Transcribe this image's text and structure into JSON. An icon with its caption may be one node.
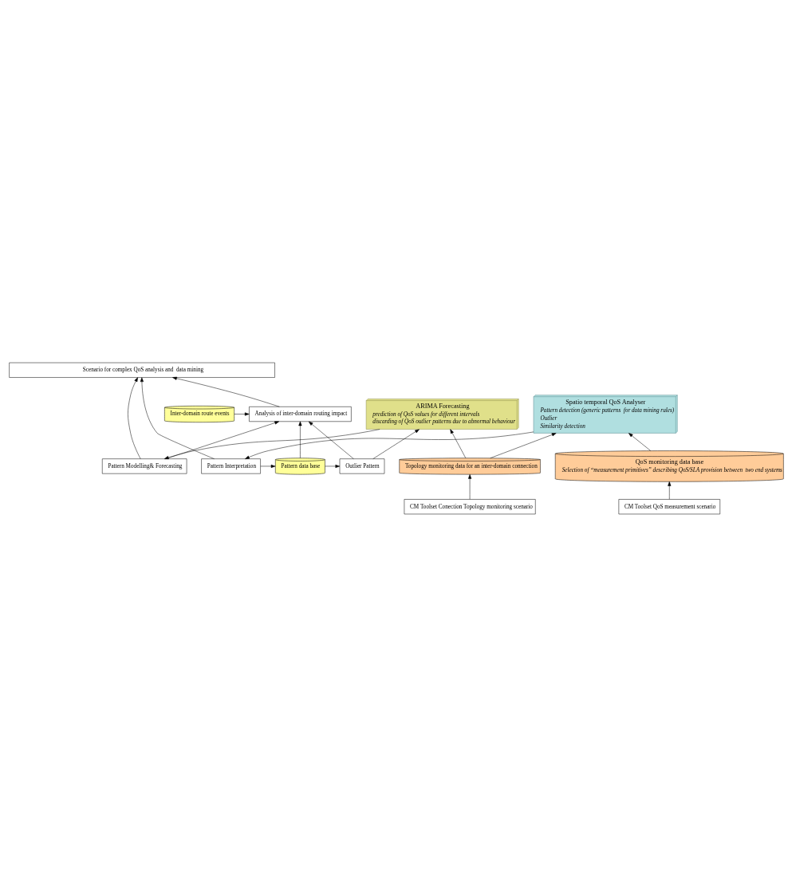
{
  "diagram": {
    "nodes": [
      {
        "text": [
          "Scenario for complex QoS analysis and  data mining"
        ]
      },
      {
        "text": [
          "Analysis of inter-domain routing impact"
        ]
      },
      {
        "text": [
          "Inter-domain route events"
        ]
      },
      {
        "text": [
          "Pattern Interpretation"
        ]
      },
      {
        "text": [
          "Pattern data base"
        ]
      },
      {
        "text": [
          "Outlier Pattern"
        ]
      },
      {
        "text": [
          "Pattern Modelling& Forecasting"
        ]
      },
      {
        "text": [
          "Spatio temporal QoS Analyser",
          "Pattern detection (generic patterns  for data mining rules)",
          "Outlier",
          "Similarity detection"
        ]
      },
      {
        "text": [
          "ARIMA Forecasting",
          "prediction of QoS values for different intervals",
          "discarding of QoS outlier patterns due to abnormal behaviour"
        ]
      },
      {
        "text": [
          "QoS monitoring data base",
          "Selection of “measurement primitives” describing QoS/SLA provision between  two end systems"
        ]
      },
      {
        "text": [
          "Topology monitoring data for an inter-domain connection"
        ]
      },
      {
        "text": [
          "CM Toolset QoS measurement scenario"
        ]
      },
      {
        "text": [
          "CM Toolset Conection Topology monitoring scenario"
        ]
      }
    ],
    "edges": [
      {
        "from": 3,
        "to": 0,
        "arrow": "to"
      },
      {
        "from": 1,
        "to": 0,
        "arrow": "to"
      },
      {
        "from": 6,
        "to": 0,
        "arrow": "to"
      },
      {
        "from": 2,
        "to": 1,
        "arrow": "to"
      },
      {
        "from": 4,
        "to": 1,
        "arrow": "to"
      },
      {
        "from": 5,
        "to": 1,
        "arrow": "to"
      },
      {
        "from": 6,
        "to": 1,
        "arrow": "to"
      },
      {
        "from": 3,
        "to": 4,
        "arrow": "to"
      },
      {
        "from": 4,
        "to": 5,
        "arrow": "to"
      },
      {
        "from": 7,
        "to": 3,
        "arrow": "to"
      },
      {
        "from": 5,
        "to": 8,
        "arrow": "to"
      },
      {
        "from": 8,
        "to": 6,
        "arrow": "to"
      },
      {
        "from": 9,
        "to": 7,
        "arrow": "to"
      },
      {
        "from": 10,
        "to": 7,
        "arrow": "to"
      },
      {
        "from": 10,
        "to": 8,
        "arrow": "to"
      },
      {
        "from": 11,
        "to": 9,
        "arrow": "to"
      },
      {
        "from": 12,
        "to": 10,
        "arrow": "to"
      }
    ]
  }
}
